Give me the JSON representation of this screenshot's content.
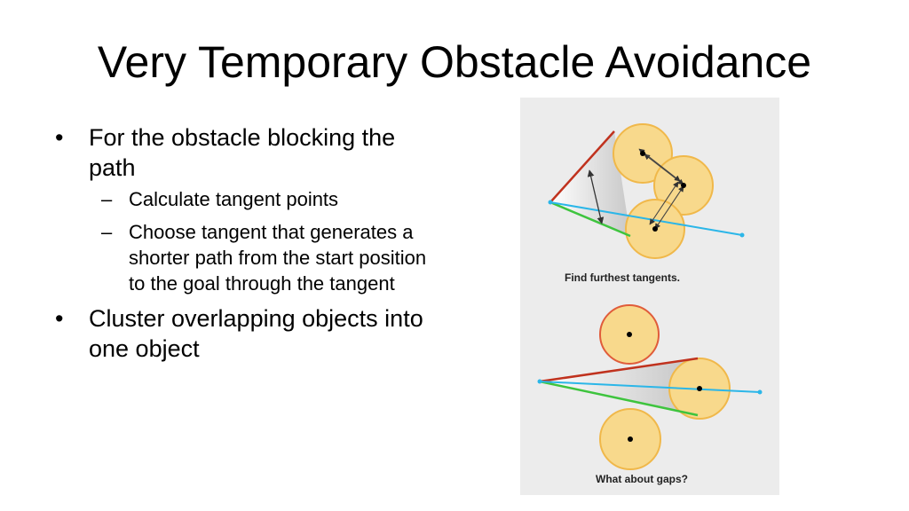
{
  "title": "Very Temporary Obstacle Avoidance",
  "bullets": [
    {
      "text": "For the obstacle blocking the path",
      "sub": [
        "Calculate tangent points",
        "Choose tangent that generates a shorter path from the start position to the goal through the tangent"
      ]
    },
    {
      "text": "Cluster overlapping objects into one object"
    }
  ],
  "figure": {
    "caption_top": "Find furthest tangents.",
    "caption_bottom": "What about gaps?"
  },
  "colors": {
    "obstacle_fill": "#f8d98c",
    "obstacle_stroke": "#f0b84a",
    "obstacle_stroke_red": "#e05c3a",
    "tangent_red": "#c0321e",
    "tangent_green": "#3ec43e",
    "path_blue": "#2bb6e8"
  }
}
